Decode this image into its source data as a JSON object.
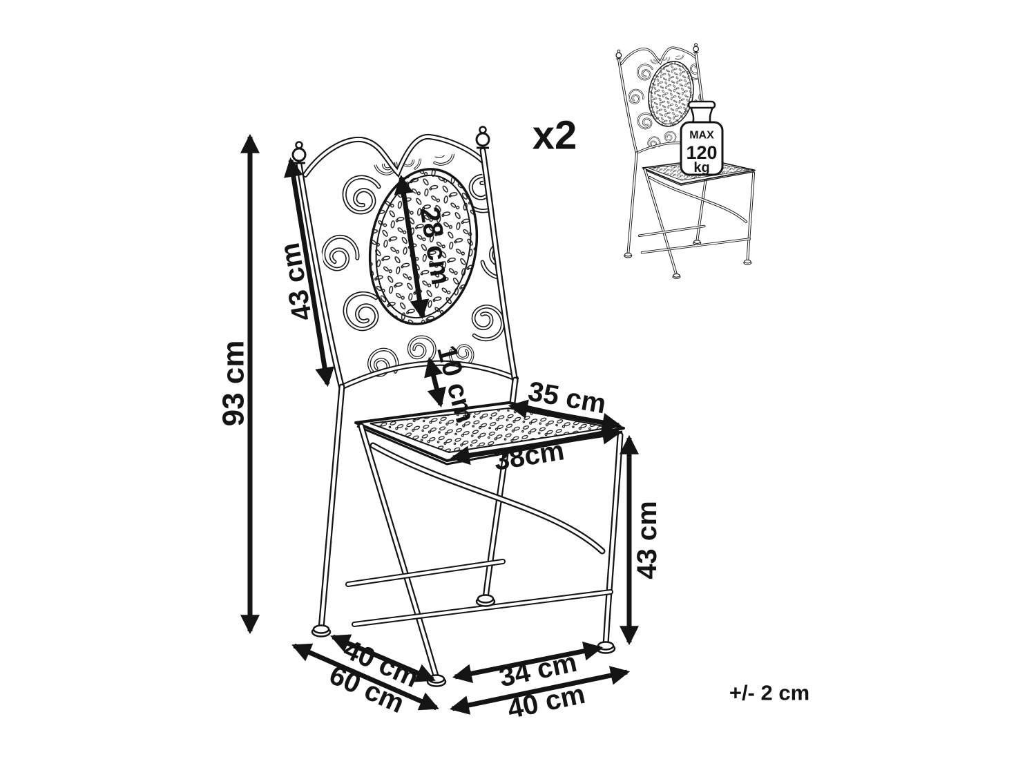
{
  "diagram": {
    "quantity_label": "x2",
    "tolerance_label": "+/- 2 cm",
    "weight_limit": {
      "max": "MAX",
      "value": "120",
      "unit": "kg"
    },
    "dimensions": {
      "total_height": "93 cm",
      "backrest_length": "43 cm",
      "medallion_length": "28 cm",
      "backrest_seat_gap": "10 cm",
      "seat_side": "35 cm",
      "seat_front": "38cm",
      "seat_height": "43 cm",
      "footprint_inner_depth": "40 cm",
      "footprint_depth": "60 cm",
      "feet_span": "34 cm",
      "footprint_width": "40 cm"
    },
    "colors": {
      "line": "#141414",
      "background": "#ffffff"
    }
  }
}
